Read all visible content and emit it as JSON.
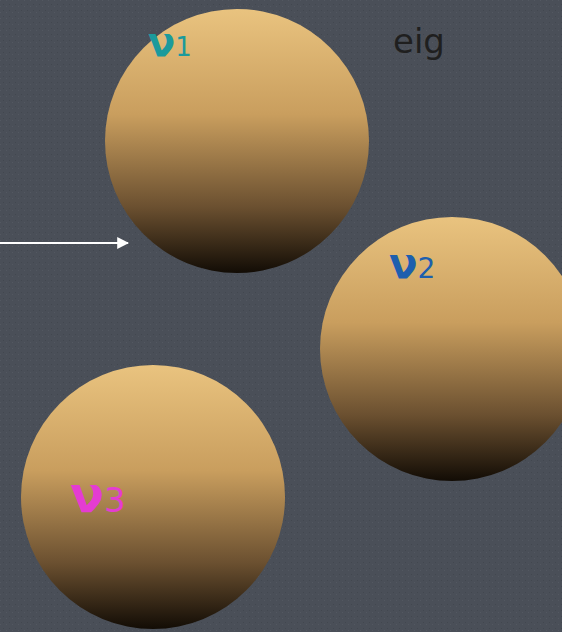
{
  "diagram": {
    "nodes": [
      {
        "text": [
          "ν1"
        ]
      },
      {
        "text": [
          "ν2"
        ]
      },
      {
        "text": [
          "ν3"
        ]
      }
    ],
    "labels": [
      "eig"
    ]
  }
}
